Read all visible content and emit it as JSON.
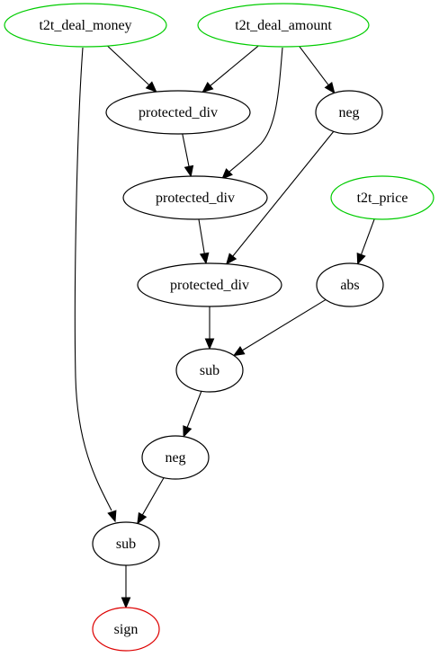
{
  "graph": {
    "colors": {
      "input": "#00cc00",
      "output": "#dd0000",
      "op": "#000000"
    },
    "nodes": [
      {
        "id": "n_money",
        "label": "t2t_deal_money",
        "role": "input"
      },
      {
        "id": "n_amount",
        "label": "t2t_deal_amount",
        "role": "input"
      },
      {
        "id": "n_pdiv1",
        "label": "protected_div",
        "role": "op"
      },
      {
        "id": "n_neg1",
        "label": "neg",
        "role": "op"
      },
      {
        "id": "n_pdiv2",
        "label": "protected_div",
        "role": "op"
      },
      {
        "id": "n_price",
        "label": "t2t_price",
        "role": "input"
      },
      {
        "id": "n_pdiv3",
        "label": "protected_div",
        "role": "op"
      },
      {
        "id": "n_abs",
        "label": "abs",
        "role": "op"
      },
      {
        "id": "n_sub1",
        "label": "sub",
        "role": "op"
      },
      {
        "id": "n_neg2",
        "label": "neg",
        "role": "op"
      },
      {
        "id": "n_sub2",
        "label": "sub",
        "role": "op"
      },
      {
        "id": "n_sign",
        "label": "sign",
        "role": "output"
      }
    ],
    "edges": [
      {
        "from": "n_money",
        "to": "n_pdiv1"
      },
      {
        "from": "n_money",
        "to": "n_sub2"
      },
      {
        "from": "n_amount",
        "to": "n_pdiv1"
      },
      {
        "from": "n_amount",
        "to": "n_pdiv2"
      },
      {
        "from": "n_amount",
        "to": "n_neg1"
      },
      {
        "from": "n_pdiv1",
        "to": "n_pdiv2"
      },
      {
        "from": "n_pdiv2",
        "to": "n_pdiv3"
      },
      {
        "from": "n_neg1",
        "to": "n_pdiv3"
      },
      {
        "from": "n_price",
        "to": "n_abs"
      },
      {
        "from": "n_pdiv3",
        "to": "n_sub1"
      },
      {
        "from": "n_abs",
        "to": "n_sub1"
      },
      {
        "from": "n_sub1",
        "to": "n_neg2"
      },
      {
        "from": "n_neg2",
        "to": "n_sub2"
      },
      {
        "from": "n_sub2",
        "to": "n_sign"
      }
    ]
  }
}
